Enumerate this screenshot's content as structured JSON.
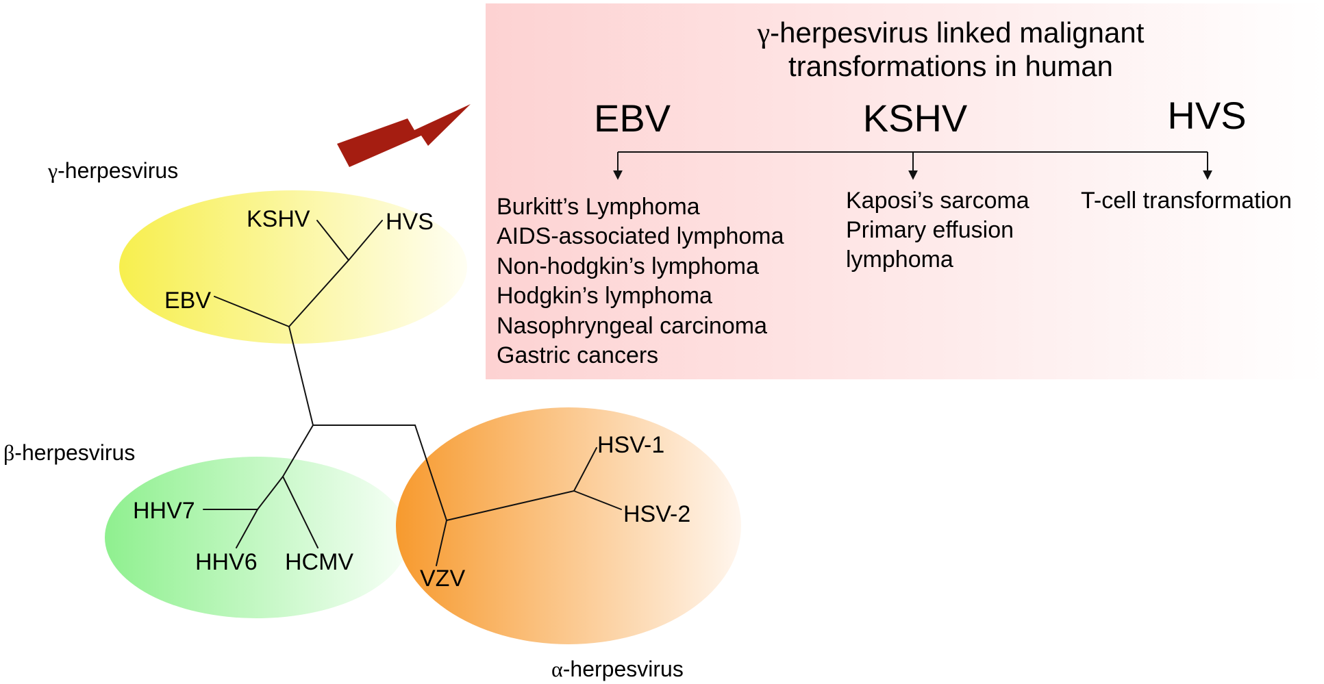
{
  "colors": {
    "gamma_cluster": "#f7ef4e",
    "beta_cluster": "#8ff08f",
    "alpha_cluster": "#f79a2e",
    "panel": "#fdd2d2",
    "arrow": "#a51d11",
    "line": "#111111"
  },
  "clusters": {
    "gamma": {
      "greek": "γ",
      "suffix": "-herpesvirus"
    },
    "beta": {
      "greek": "β",
      "suffix": "-herpesvirus"
    },
    "alpha": {
      "greek": "α",
      "suffix": "-herpesvirus"
    }
  },
  "tree_labels": {
    "kshv": "KSHV",
    "hvs": "HVS",
    "ebv": "EBV",
    "hhv7": "HHV7",
    "hhv6": "HHV6",
    "hcmv": "HCMV",
    "hsv1": "HSV-1",
    "hsv2": "HSV-2",
    "vzv": "VZV"
  },
  "panel": {
    "title_greek": "γ",
    "title_line1_rest": "-herpesvirus linked malignant",
    "title_line2": "transformations in human",
    "columns": [
      {
        "virus": "EBV",
        "diseases": [
          "Burkitt’s Lymphoma",
          "AIDS-associated lymphoma",
          "Non-hodgkin’s lymphoma",
          "Hodgkin’s lymphoma",
          "Nasophryngeal carcinoma",
          "Gastric cancers"
        ]
      },
      {
        "virus": "KSHV",
        "diseases": [
          "Kaposi’s sarcoma",
          "Primary effusion",
          "lymphoma"
        ]
      },
      {
        "virus": "HVS",
        "diseases": [
          "T-cell transformation"
        ]
      }
    ]
  }
}
